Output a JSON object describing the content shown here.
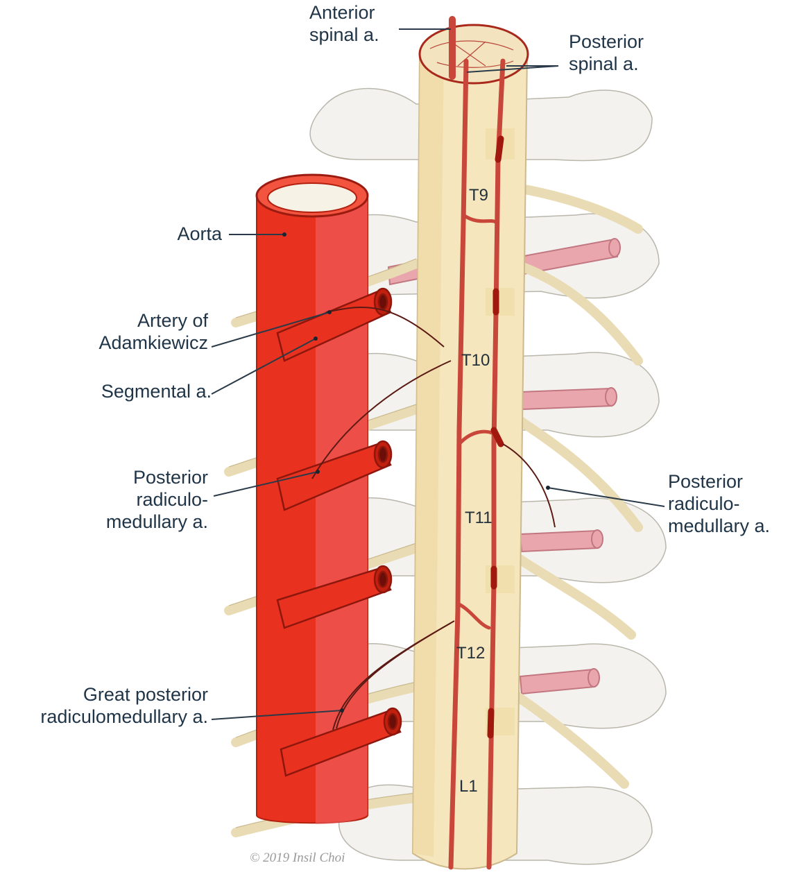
{
  "labels": {
    "anterior_spinal": [
      "Anterior",
      "spinal a."
    ],
    "posterior_spinal": [
      "Posterior",
      "spinal a."
    ],
    "aorta": "Aorta",
    "adamkiewicz": [
      "Artery of",
      "Adamkiewicz"
    ],
    "segmental": "Segmental a.",
    "post_radic_left": [
      "Posterior",
      "radiculo-",
      "medullary a."
    ],
    "post_radic_right": [
      "Posterior",
      "radiculo-",
      "medullary a."
    ],
    "great_post_radic": [
      "Great posterior",
      "radiculomedullary a."
    ]
  },
  "levels": [
    "T9",
    "T10",
    "T11",
    "T12",
    "L1"
  ],
  "copyright": "© 2019 Insil Choi",
  "colors": {
    "aorta": "#e8311f",
    "artery_dark": "#a51a12",
    "spinal_artery": "#c9463a",
    "cord": "#f5e6be",
    "nerve": "#e9dbb3",
    "bone": "#dedbd0",
    "vessel_pink": "#e9a6ad",
    "label_text": "#1f3447",
    "leader": "#2a3a48"
  }
}
